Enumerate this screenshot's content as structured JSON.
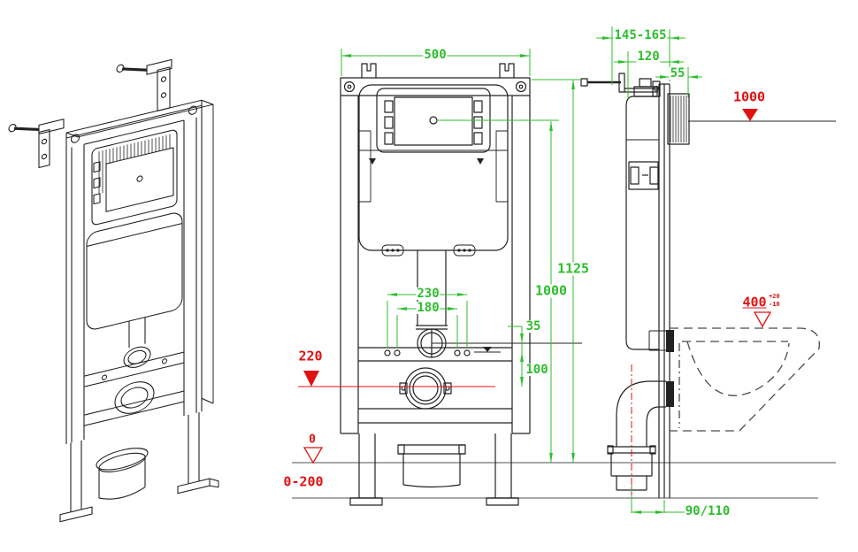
{
  "drawing": {
    "type": "technical-installation-drawing",
    "views": {
      "isometric": "isometric view of mounting frame",
      "front": "front view with cistern and outlet",
      "side": "side view with wall-hung bowl (dashed)"
    },
    "colors": {
      "dimension_green": "#2cbe2c",
      "level_red": "#e01212",
      "linework": "#222222",
      "floor_gray": "#8c8c8c"
    },
    "dimensions_mm": {
      "frame_width": "500",
      "frame_height": "1125",
      "flush_plate_center_height": "1000",
      "fixing_holes_outer": "230",
      "fixing_holes_inner": "180",
      "supply_offset": "35",
      "supply_to_outlet": "100",
      "wall_depth_range": "145-165",
      "frame_depth": "120",
      "plate_housing_depth": "55",
      "outlet_wall_offset": "90/110"
    },
    "levels_mm": {
      "water_supply_level": "1000",
      "outlet_height": "220",
      "floor_level": "0",
      "floor_adjust_range": "0-200",
      "bowl_top_height": "400",
      "bowl_tolerance_plus": "+20",
      "bowl_tolerance_minus": "-10"
    }
  }
}
